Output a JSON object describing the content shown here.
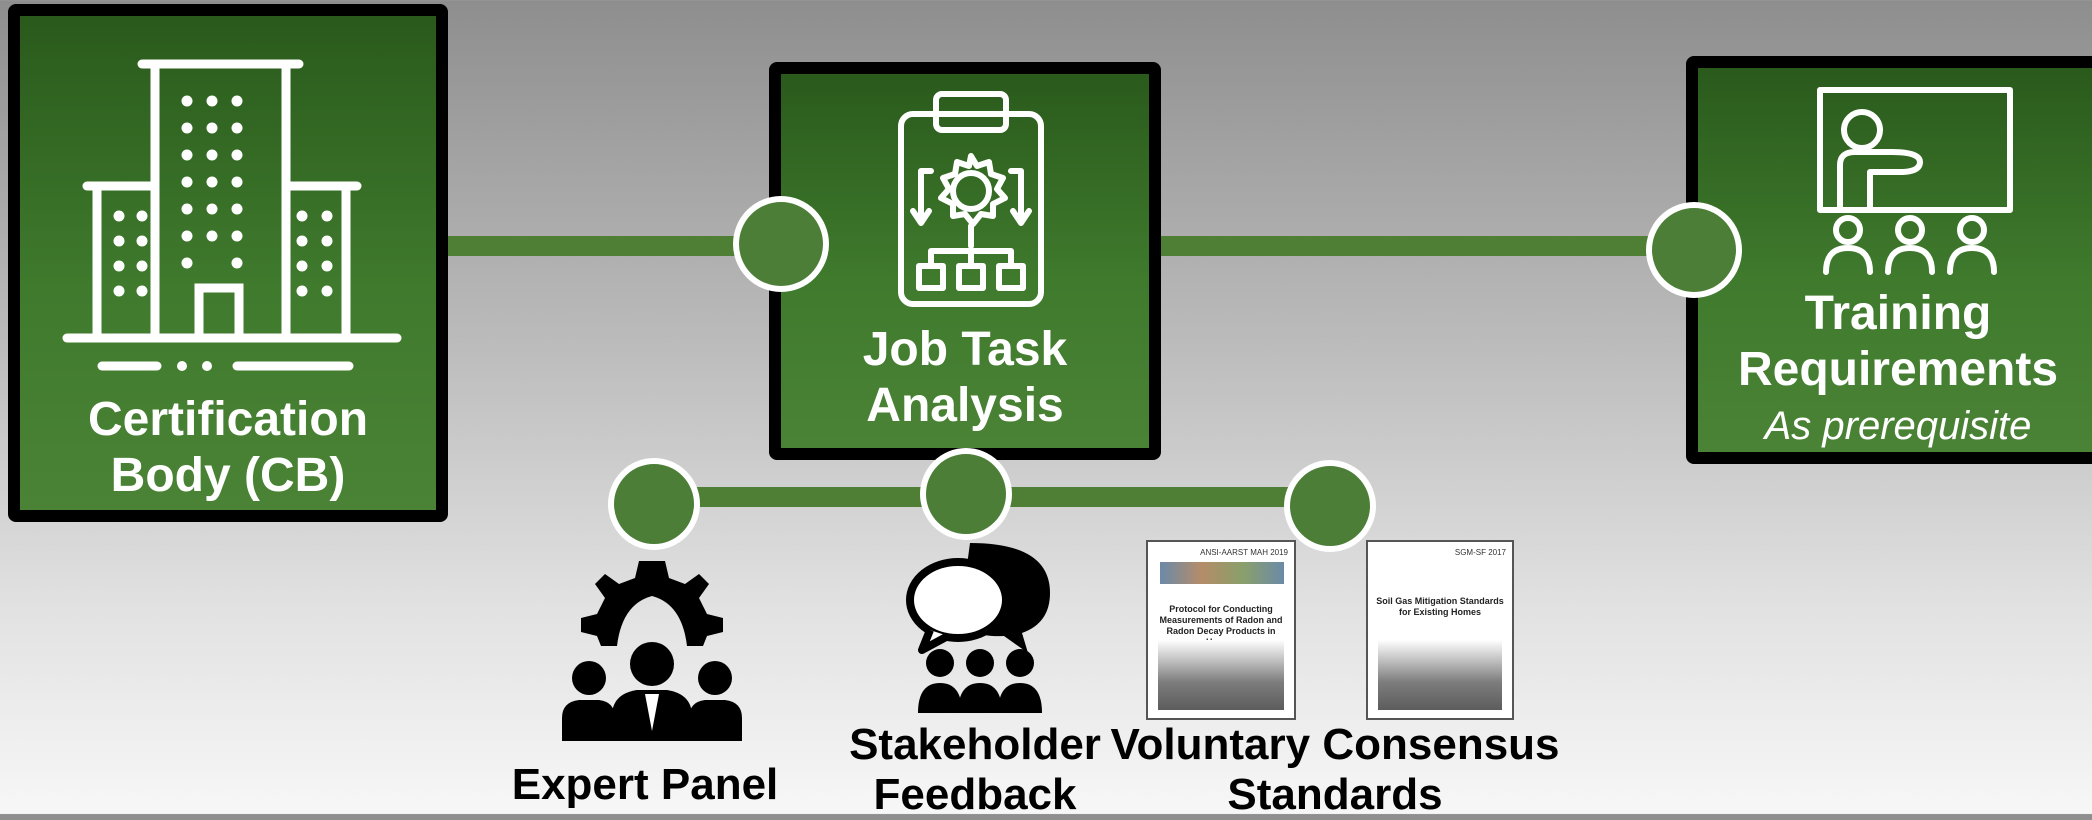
{
  "cards": {
    "certification": {
      "title_line1": "Certification",
      "title_line2": "Body (CB)"
    },
    "job_task": {
      "title_line1": "Job Task",
      "title_line2": "Analysis"
    },
    "training": {
      "title_line1": "Training",
      "title_line2": "Requirements",
      "subtitle": "As prerequisite"
    }
  },
  "inputs": {
    "expert_panel": "Expert Panel",
    "stakeholder_line1": "Stakeholder",
    "stakeholder_line2": "Feedback",
    "consensus_line1": "Voluntary Consensus",
    "consensus_line2": "Standards"
  },
  "documents": {
    "radon": {
      "header": "ANSI-AARST  MAH 2019",
      "title": "Protocol for Conducting Measurements of Radon and Radon Decay Products in Homes"
    },
    "soil_gas": {
      "header": "SGM-SF 2017",
      "title": "Soil Gas Mitigation Standards for Existing Homes"
    }
  },
  "colors": {
    "card_green": "#3f7a2d",
    "node_green": "#4d7e38",
    "connector_green": "#4f7f35"
  },
  "icons": [
    "building-icon",
    "clipboard-gear-icon",
    "presentation-icon",
    "expert-panel-icon",
    "stakeholder-feedback-icon"
  ]
}
